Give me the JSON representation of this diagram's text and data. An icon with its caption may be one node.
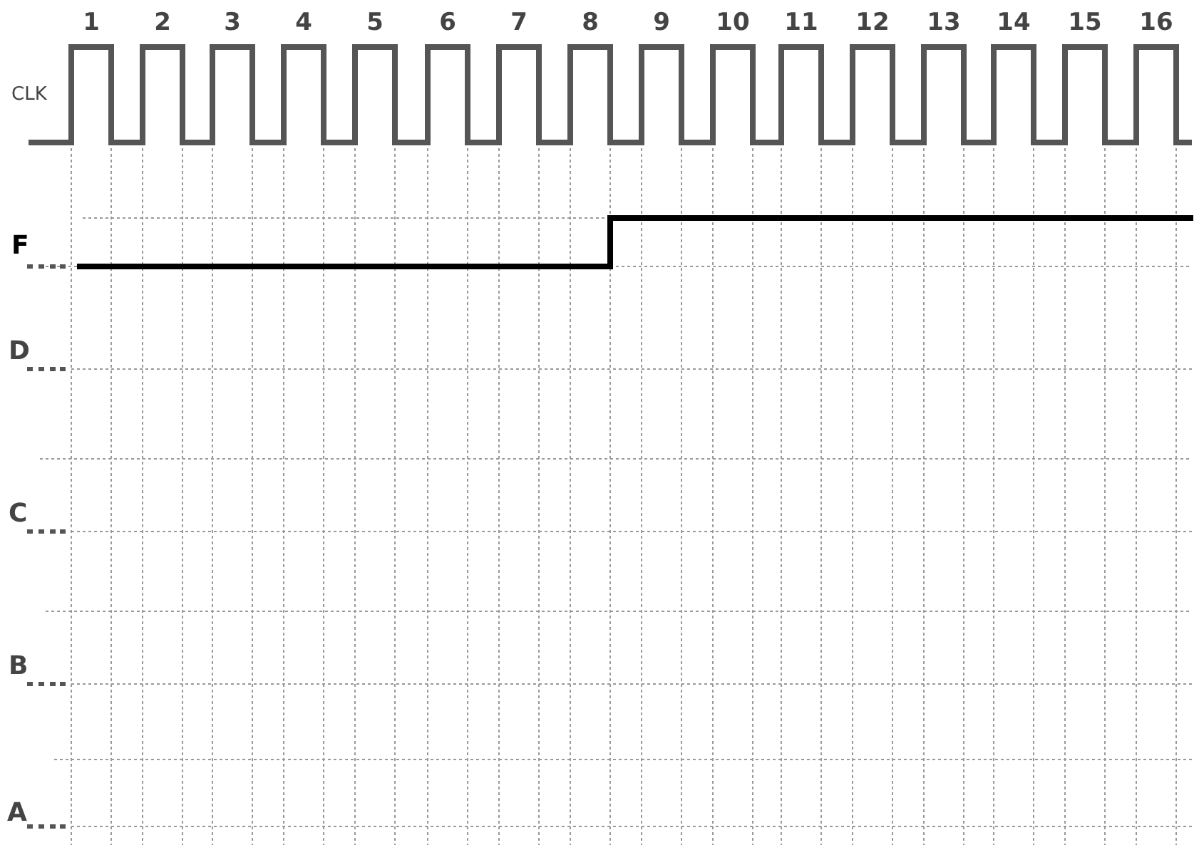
{
  "diagram": {
    "labels": [
      "1",
      "2",
      "3",
      "4",
      "5",
      "6",
      "7",
      "8",
      "9",
      "10",
      "11",
      "12",
      "13",
      "14",
      "15",
      "16",
      "CLK",
      "F",
      "D",
      "C",
      "B",
      "A"
    ]
  }
}
